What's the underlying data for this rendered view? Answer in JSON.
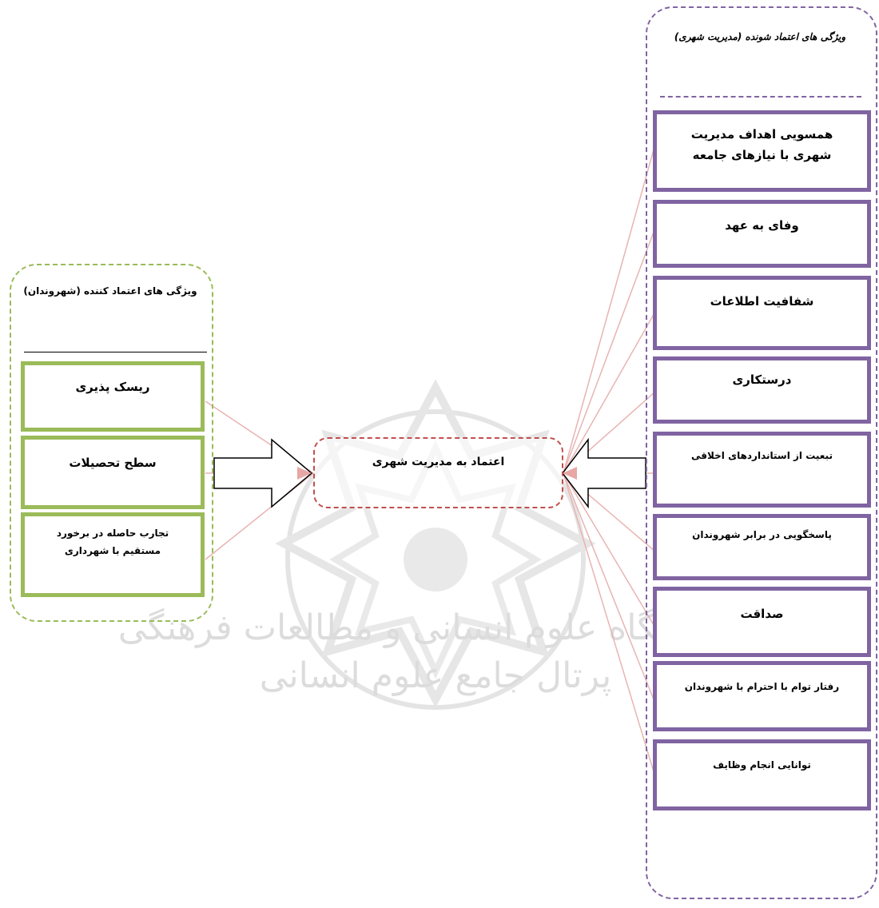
{
  "left_group": {
    "title": "ویژگی های اعتماد کننده (شهروندان)",
    "items": [
      "ریسک پذیری",
      "سطح تحصیلات",
      "تجارب حاصله در برخورد مستقیم با شهرداری"
    ]
  },
  "center": {
    "label": "اعتماد به مدیریت شهری"
  },
  "right_group": {
    "title": "ویژگی های اعتماد شونده (مدیریت شهری)",
    "items": [
      "همسویی اهداف مدیریت شهری با نیازهای جامعه",
      "وفای به عهد",
      "شفافیت اطلاعات",
      "درستکاری",
      "تبعیت از استانداردهای اخلاقی",
      "پاسخگویی در برابر شهروندان",
      "صداقت",
      "رفتار توام با احترام با شهروندان",
      "توانایی انجام وظایف"
    ]
  },
  "watermark": {
    "line1": "پژوهشگاه علوم انسانی و مطالعات فرهنگی",
    "line2": "پرتال جامع علوم انسانی"
  },
  "colors": {
    "left_accent": "#9bbb59",
    "right_accent": "#8064a2",
    "center_border": "#c0504d",
    "connector": "#e8b4b2"
  }
}
